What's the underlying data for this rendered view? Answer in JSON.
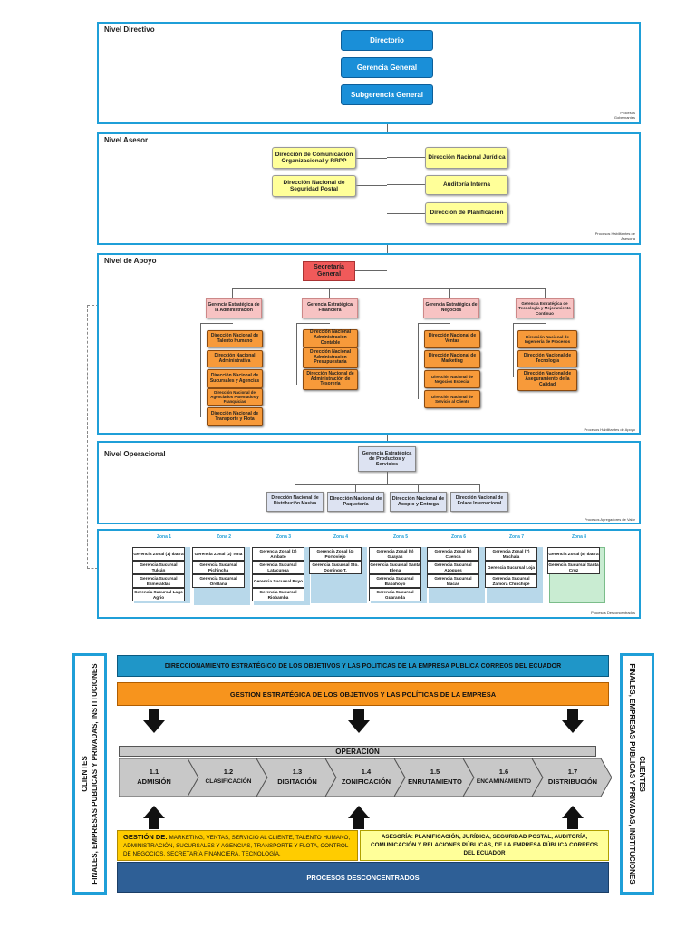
{
  "levels": {
    "directivo": {
      "title": "Nivel Directivo",
      "proc": "Procesos Gobernantes",
      "boxes": [
        "Directorio",
        "Gerencia General",
        "Subgerencia General"
      ]
    },
    "asesor": {
      "title": "Nivel Asesor",
      "proc": "Procesos Habilitantes de Asesoría",
      "left": [
        "Dirección de Comunicación Organizacional y RRPP",
        "Dirección Nacional de Seguridad Postal"
      ],
      "right": [
        "Dirección Nacional Jurídica",
        "Auditoría Interna",
        "Dirección de Planificación"
      ]
    },
    "apoyo": {
      "title": "Nivel de Apoyo",
      "proc": "Procesos Habilitantes de Apoyo",
      "secretaria": "Secretaría General",
      "gerencias": [
        {
          "label": "Gerencia Estratégica de la Administración",
          "items": [
            "Dirección Nacional de Talento Humano",
            "Dirección Nacional Administrativa",
            "Dirección Nacional de Sucursales y Agencias",
            "Dirección Nacional de Agenciados Patentados y Franquicias",
            "Dirección Nacional de Transporte y Flota"
          ]
        },
        {
          "label": "Gerencia Estratégica Financiera",
          "items": [
            "Dirección Nacional Administración Contable",
            "Dirección Nacional Administración Presupuestaria",
            "Dirección Nacional de Administración de Tesorería"
          ]
        },
        {
          "label": "Gerencia Estratégica de Negocios",
          "items": [
            "Dirección Nacional de Ventas",
            "Dirección Nacional de Marketing",
            "Dirección Nacional de Negocios Especial",
            "Dirección Nacional de Servicio al Cliente"
          ]
        },
        {
          "label": "Gerencia Estratégica de Tecnología y Mejoramiento Continuo",
          "items": [
            "Dirección Nacional de Ingeniería de Procesos",
            "Dirección Nacional de Tecnología",
            "Dirección Nacional de Aseguramiento de la Calidad"
          ]
        }
      ]
    },
    "operacional": {
      "title": "Nivel Operacional",
      "proc": "Procesos Agregadores de Valor",
      "gerencia": "Gerencia Estratégica de Productos y Servicios",
      "items": [
        "Dirección Nacional de Distribución Masiva",
        "Dirección Nacional de Paquetería",
        "Dirección Nacional de Acopio y Entrega",
        "Dirección Nacional de Enlace Internacional"
      ]
    },
    "zonas": {
      "proc": "Procesos Desconcentrados",
      "zones": [
        {
          "label": "Zona 1",
          "cells": [
            "Gerencia Zonal (1) Ibarra",
            "Gerencia Sucursal Tulcán",
            "Gerencia Sucursal Esmeraldas",
            "Gerencia Sucursal Lago Agrio"
          ]
        },
        {
          "label": "Zona 2",
          "cells": [
            "Gerencia Zonal (2) Tena",
            "Gerencia Sucursal Pichincha",
            "Gerencia Sucursal Orellana"
          ]
        },
        {
          "label": "Zona 3",
          "cells": [
            "Gerencia Zonal (3) Ambato",
            "Gerencia Sucursal Latacunga",
            "Gerencia Sucursal Puyo",
            "Gerencia Sucursal Riobamba"
          ]
        },
        {
          "label": "Zona 4",
          "cells": [
            "Gerencia Zonal (4) Portoviejo",
            "Gerencia Sucursal Sto. Domingo T."
          ]
        },
        {
          "label": "Zona 5",
          "cells": [
            "Gerencia Zonal (5) Guayas",
            "Gerencia Sucursal Santa Elena",
            "Gerencia Sucursal Babahoyo",
            "Gerencia Sucursal Guaranda"
          ]
        },
        {
          "label": "Zona 6",
          "cells": [
            "Gerencia Zonal (6) Cuenca",
            "Gerencia Sucursal Azogues",
            "Gerencia Sucursal Macas"
          ]
        },
        {
          "label": "Zona 7",
          "cells": [
            "Gerencia Zonal (7) Machala",
            "Gerencia Sucursal Loja",
            "Gerencia Sucursal Zamora Chinchipe"
          ]
        },
        {
          "label": "Zona 8",
          "cells": [
            "Gerencia Zonal (8) Ibarra",
            "Gerencia Sucursal Santa Cruz"
          ]
        }
      ]
    }
  },
  "process_map": {
    "left_side": [
      "CLIENTES",
      "FINALES, EMPRESAS PUBLICAS Y PRIVADAS, INSTITUCIONES"
    ],
    "right_side": [
      "CLIENTES",
      "FINALES, EMPRESAS PUBLICAS Y PRIVADAS, INSTITUCIONES"
    ],
    "band1": "DIRECCIONAMIENTO ESTRATÉGICO DE LOS OBJETIVOS Y LAS POLITICAS DE LA EMPRESA PUBLICA CORREOS DEL ECUADOR",
    "band2": "GESTION ESTRATÉGICA DE LOS OBJETIVOS Y LAS POLÍTICAS DE LA EMPRESA",
    "operacion": "OPERACIÓN",
    "steps": [
      {
        "num": "1.1",
        "name": "ADMISIÓN"
      },
      {
        "num": "1.2",
        "name": "CLASIFICACIÓN"
      },
      {
        "num": "1.3",
        "name": "DIGITACIÓN"
      },
      {
        "num": "1.4",
        "name": "ZONIFICACIÓN"
      },
      {
        "num": "1.5",
        "name": "ENRUTAMIENTO"
      },
      {
        "num": "1.6",
        "name": "ENCAMINAMIENTO"
      },
      {
        "num": "1.7",
        "name": "DISTRIBUCIÓN"
      }
    ],
    "gestion_label": "GESTIÓN DE:",
    "gestion_text": "MARKETING, VENTAS, SERVICIO AL CLIENTE, TALENTO HUMANO, ADMINISTRACIÓN, SUCURSALES Y AGENCIAS, TRANSPORTE Y FLOTA, CONTROL DE NEGOCIOS, SECRETARÍA FINANCIERA, TECNOLOGÍA,",
    "asesoria_label": "ASESORÍA:",
    "asesoria_text": "PLANIFICACIÓN, JURÍDICA, SEGURIDAD POSTAL, AUDITORÍA, COMUNICACIÓN Y RELACIONES PÚBLICAS, DE LA EMPRESA PÚBLICA CORREOS DEL ECUADOR",
    "desconcentrados": "PROCESOS DESCONCENTRADOS"
  },
  "colors": {
    "panel_border": "#1f9fd8",
    "blue": "#1a8fd8",
    "orange": "#f7941d",
    "navy": "#2e6da4",
    "yellow": "#ffcc00"
  }
}
